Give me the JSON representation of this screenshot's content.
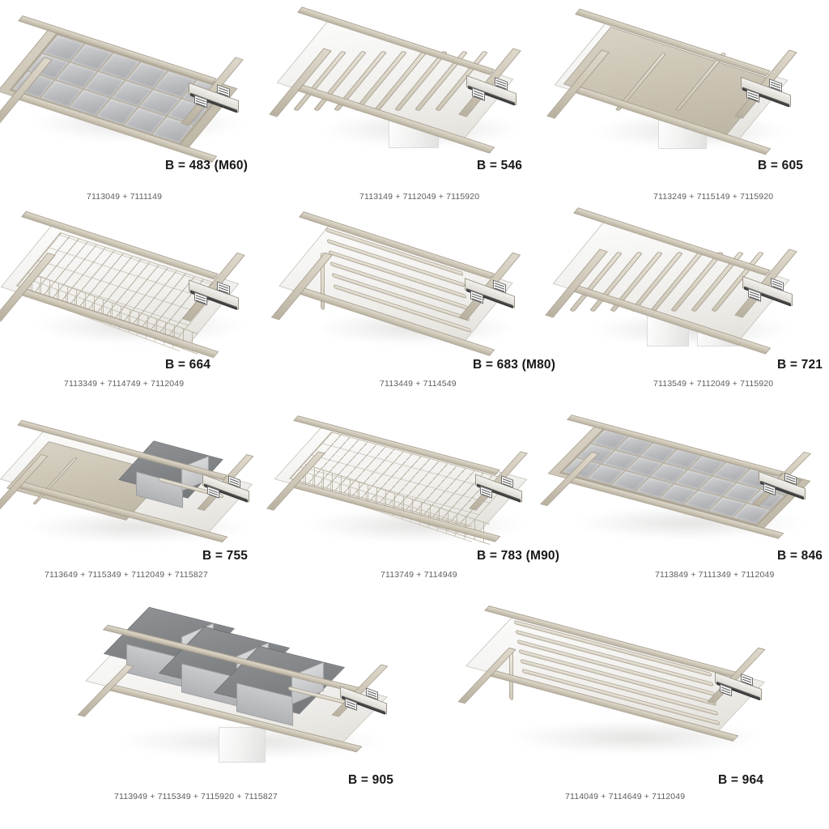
{
  "document": {
    "type": "product-catalog-overview",
    "title": "Pull-out shelf and basket system width variants",
    "background_color": "#ffffff",
    "frame_color": "#cdc6b6",
    "bin_color": "#8e9093",
    "panel_color": "#d8d2c4",
    "caption_color": "#18181a",
    "code_color": "#5d5d60",
    "columns": 3,
    "rows": 4
  },
  "products": [
    {
      "id": "p1",
      "width_label": "B = 483 (M60)",
      "codes": "7113049 + 7111149",
      "insert": "compartment-grid-tray",
      "grid_cols": 6,
      "grid_rows": 3,
      "has_cabinet": false,
      "bins": 0
    },
    {
      "id": "p2",
      "width_label": "B = 546",
      "codes": "7113149 + 7112049 + 7115920",
      "insert": "slatted-rails",
      "slats": 8,
      "has_cabinet": true,
      "bins": 0
    },
    {
      "id": "p3",
      "width_label": "B = 605",
      "codes": "7113249 + 7115149 + 7115920",
      "insert": "solid-panel-shelf",
      "slats": 0,
      "has_cabinet": true,
      "bins": 0
    },
    {
      "id": "p4",
      "width_label": "B = 664",
      "codes": "7113349 + 7114749  + 7112049",
      "insert": "wire-mesh-basket",
      "slats": 0,
      "has_cabinet": false,
      "bins": 0
    },
    {
      "id": "p5",
      "width_label": "B = 683 (M80)",
      "codes": "7113449 + 7114549",
      "insert": "trouser-rack-rails",
      "slats": 6,
      "has_cabinet": false,
      "bins": 0
    },
    {
      "id": "p6",
      "width_label": "B = 721",
      "codes": "7113549 + 7112049 + 7115920",
      "insert": "slatted-rails",
      "slats": 8,
      "has_cabinet": true,
      "bins": 0
    },
    {
      "id": "p7",
      "width_label": "B = 755",
      "codes": "7113649 + 7115349 + 7112049 + 7115827",
      "insert": "solid-panel-shelf-with-bin",
      "slats": 0,
      "has_cabinet": false,
      "bins": 1
    },
    {
      "id": "p8",
      "width_label": "B = 783 (M90)",
      "codes": "7113749 + 7114949",
      "insert": "wire-mesh-basket",
      "slats": 0,
      "has_cabinet": false,
      "bins": 0
    },
    {
      "id": "p9",
      "width_label": "B = 846",
      "codes": "7113849 + 7111349 + 7112049",
      "insert": "compartment-grid-tray",
      "grid_cols": 8,
      "grid_rows": 3,
      "has_cabinet": false,
      "bins": 0
    },
    {
      "id": "p10",
      "width_label": "B = 905",
      "codes": "7113949 + 7115349 + 7115920 + 7115827",
      "insert": "shelf-with-three-bins",
      "slats": 0,
      "has_cabinet": true,
      "bins": 3
    },
    {
      "id": "p11",
      "width_label": "B = 964",
      "codes": "7114049 + 7114649 + 7112049",
      "insert": "trouser-rack-rails",
      "slats": 6,
      "has_cabinet": false,
      "bins": 0
    }
  ]
}
